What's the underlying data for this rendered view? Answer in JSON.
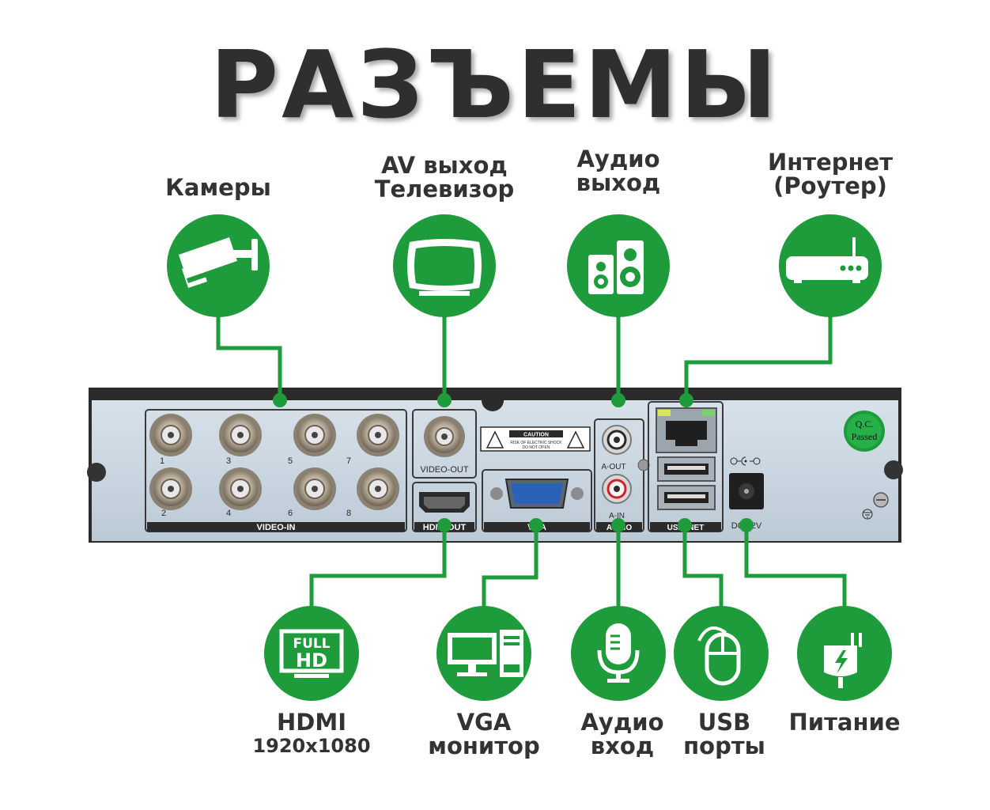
{
  "title": "РАЗЪЕМЫ",
  "colors": {
    "green": "#1e9b3a",
    "panel": "#c9d6e0",
    "frame": "#2b2b2b",
    "text": "#333333"
  },
  "top_callouts": [
    {
      "id": "cameras",
      "line1": "Камеры",
      "line2": "",
      "icon": "camera-icon"
    },
    {
      "id": "av-out",
      "line1": "AV выход",
      "line2": "Телевизор",
      "icon": "tv-icon"
    },
    {
      "id": "audio-out",
      "line1": "Аудио",
      "line2": "выход",
      "icon": "speakers-icon"
    },
    {
      "id": "internet",
      "line1": "Интернет",
      "line2": "(Роутер)",
      "icon": "router-icon"
    }
  ],
  "bottom_callouts": [
    {
      "id": "hdmi",
      "line1": "HDMI",
      "line2": "1920x1080",
      "icon": "full-hd-icon"
    },
    {
      "id": "vga",
      "line1": "VGA",
      "line2": "монитор",
      "icon": "monitor-icon"
    },
    {
      "id": "audio-in",
      "line1": "Аудио",
      "line2": "вход",
      "icon": "microphone-icon"
    },
    {
      "id": "usb",
      "line1": "USB",
      "line2": "порты",
      "icon": "mouse-icon"
    },
    {
      "id": "power",
      "line1": "Питание",
      "line2": "",
      "icon": "power-adapter-icon"
    }
  ],
  "icon_text": {
    "full": "FULL",
    "hd": "HD"
  },
  "panel": {
    "video_in_label": "VIDEO-IN",
    "channel_numbers": [
      "1",
      "3",
      "5",
      "7",
      "2",
      "4",
      "6",
      "8"
    ],
    "video_out_label": "VIDEO-OUT",
    "hdmi_label": "HDMI OUT",
    "vga_label": "VGA",
    "caution_title": "CAUTION",
    "caution_line1": "RISK OF ELECTRIC SHOCK",
    "caution_line2": "DO NOT OPEN",
    "a_out_label": "A-OUT",
    "a_in_label": "A-IN",
    "audio_label": "AUDIO",
    "usb_net_label": "USB  NET",
    "dc_label": "DC 12V",
    "qc_line1": "Q.C.",
    "qc_line2": "Passed"
  }
}
